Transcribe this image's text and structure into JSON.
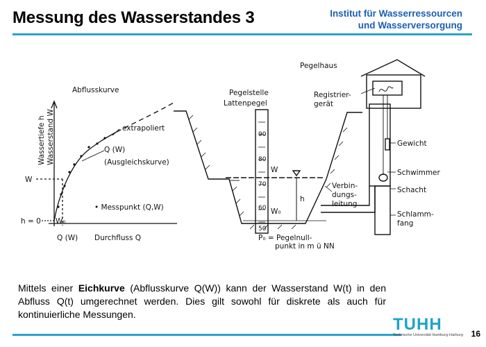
{
  "slide": {
    "title": "Messung des Wasserstandes 3",
    "institute_line1": "Institut für Wasserressourcen",
    "institute_line2": "und Wasserversorgung",
    "body_prefix": "Mittels einer ",
    "body_bold": "Eichkurve",
    "body_suffix": " (Abflusskurve Q(W)) kann der Wasserstand W(t) in den Abfluss Q(t) umgerechnet werden. Dies gilt sowohl für diskrete als auch für kontinuierliche Messungen.",
    "logo_text": "TUHH",
    "logo_subtext": "Technische Universität Hamburg-Harburg",
    "page_number": "16",
    "accent_color": "#2aa3c9",
    "institute_color": "#1a5fb4"
  },
  "figure": {
    "curve": {
      "title": "Abflusskurve",
      "y_axis_label_1": "Wassertiefe h",
      "y_axis_label_2": "Wasserstand W",
      "extrapolated": "extrapoliert",
      "qw_label": "Q (W)",
      "fit_label": "(Ausgleichskurve)",
      "measure_point": "• Messpunkt (Q,W)",
      "w_label": "W",
      "h_zero_label": "h = 0",
      "w0_label": "W₀",
      "q_w_label": "Q (W)",
      "flow_label": "Durchfluss  Q"
    },
    "section": {
      "gauge_station": "Pegelstelle",
      "staff_gauge": "Lattenpegel",
      "gauge_house": "Pegelhaus",
      "recorder_1": "Registrier-",
      "recorder_2": "gerät",
      "weight": "Gewicht",
      "float": "Schwimmer",
      "shaft": "Schacht",
      "connection_1": "Verbin-",
      "connection_2": "dungs-",
      "connection_3": "leitung",
      "mud_trap_1": "Schlamm-",
      "mud_trap_2": "fang",
      "w_label": "W",
      "h_label": "h",
      "w0_label": "W₀",
      "p0_label": "P₀ = Pegelnull-",
      "p0_label_2": "punkt in m ü NN",
      "staff_ticks": [
        "90",
        "80",
        "70",
        "60",
        "50"
      ]
    }
  }
}
